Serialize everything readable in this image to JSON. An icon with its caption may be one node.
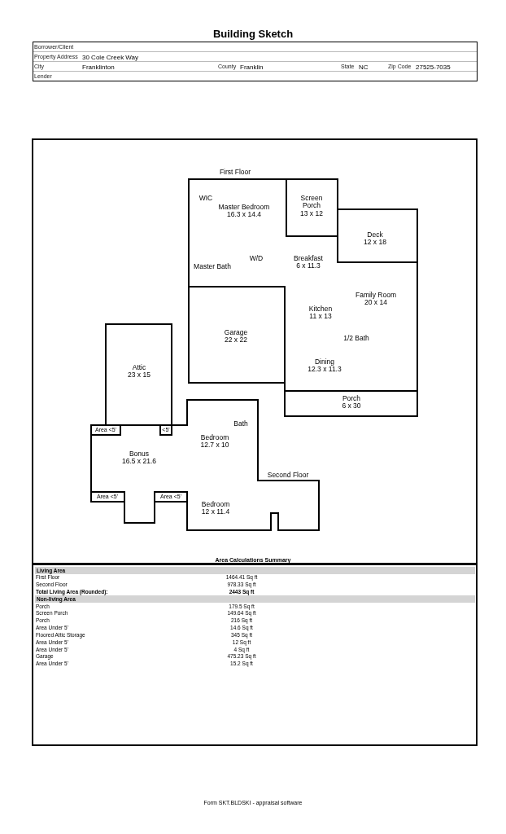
{
  "diagram": {
    "title": "Building Sketch",
    "caption": "Form SKT.BLDSKI - appraisal software",
    "nodes": [
      {
        "text": [
          "First Floor",
          "WIC",
          "Master Bedroom 16.3 x 14.4",
          "W/D",
          "Master Bath",
          "Breakfast 6 x 11.3",
          "Kitchen 11 x 13",
          "Family Room 20 x 14",
          "1/2 Bath",
          "Dining 12.3 x 11.3"
        ]
      },
      {
        "text": [
          "Screen Porch 13 x 12"
        ],
        "in": 0
      },
      {
        "text": [
          "Deck 12 x 18"
        ]
      },
      {
        "text": [
          "Garage 22 x 22"
        ],
        "in": 0
      },
      {
        "text": [
          "Porch 6 x 30"
        ]
      },
      {
        "text": [
          "Attic 23 x 15"
        ]
      },
      {
        "text": [
          "Bath",
          "Bedroom 12.7 x 10",
          "Bonus 16.5 x 21.6",
          "Second Floor",
          "Bedroom 12 x 11.4"
        ]
      },
      {
        "text": [
          "Area <5'"
        ],
        "in": 6
      },
      {
        "text": [
          "<5'"
        ],
        "in": 6
      },
      {
        "text": [
          "Area <5'"
        ],
        "in": 6
      },
      {
        "text": [
          "Area <5'"
        ],
        "in": 6
      }
    ],
    "labels": [
      "Borrower/Client",
      "Property Address",
      "30 Cole Creek Way",
      "City",
      "Franklinton",
      "County",
      "Franklin",
      "State",
      "NC",
      "Zip Code",
      "27525-7035",
      "Lender",
      "Area Calculations Summary",
      "Living Area",
      "First Floor",
      "1464.41 Sq ft",
      "Second Floor",
      "978.33 Sq ft",
      "Total Living Area (Rounded):",
      "2443 Sq ft",
      "Non-living Area",
      "Porch",
      "179.5 Sq ft",
      "Screen Porch",
      "149.64 Sq ft",
      "Porch",
      "216 Sq ft",
      "Area Under 5'",
      "14.6 Sq ft",
      "Floored Attic Storage",
      "345 Sq ft",
      "Area Under 5'",
      "12 Sq ft",
      "Area Under 5'",
      "4 Sq ft",
      "Garage",
      "475.23 Sq ft",
      "Area Under 5'",
      "15.2 Sq ft"
    ]
  }
}
